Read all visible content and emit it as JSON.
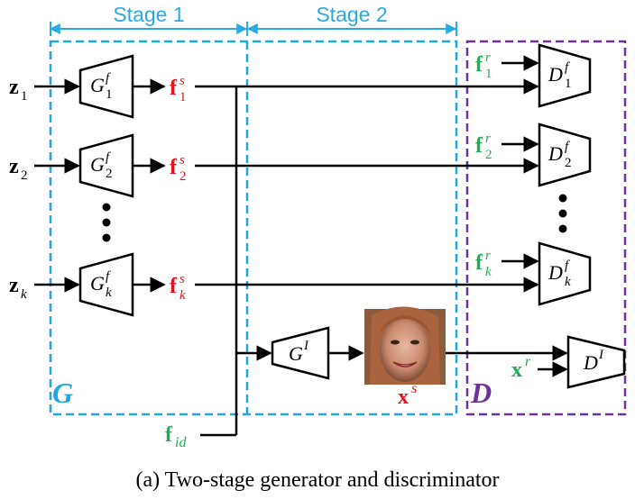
{
  "caption": "(a) Two-stage generator and discriminator",
  "stages": [
    {
      "label": "Stage 1"
    },
    {
      "label": "Stage 2"
    }
  ],
  "groups": {
    "generator": {
      "label": "G"
    },
    "discriminator": {
      "label": "D"
    }
  },
  "inputs": {
    "z": [
      {
        "base": "z",
        "sub": "1"
      },
      {
        "base": "z",
        "sub": "2"
      },
      {
        "base": "z",
        "sub": "k"
      }
    ],
    "fid": {
      "base": "f",
      "sub": "id"
    }
  },
  "generators": [
    {
      "base": "G",
      "sup": "f",
      "sub": "1"
    },
    {
      "base": "G",
      "sup": "f",
      "sub": "2"
    },
    {
      "base": "G",
      "sup": "f",
      "sub": "k"
    }
  ],
  "synthetic_features": [
    {
      "base": "f",
      "sup": "s",
      "sub": "1"
    },
    {
      "base": "f",
      "sup": "s",
      "sub": "2"
    },
    {
      "base": "f",
      "sup": "s",
      "sub": "k"
    }
  ],
  "real_features": [
    {
      "base": "f",
      "sup": "r",
      "sub": "1"
    },
    {
      "base": "f",
      "sup": "r",
      "sub": "2"
    },
    {
      "base": "f",
      "sup": "r",
      "sub": "k"
    }
  ],
  "feature_discriminators": [
    {
      "base": "D",
      "sup": "f",
      "sub": "1"
    },
    {
      "base": "D",
      "sup": "f",
      "sub": "2"
    },
    {
      "base": "D",
      "sup": "f",
      "sub": "k"
    }
  ],
  "image_generator": {
    "base": "G",
    "sup": "I"
  },
  "image_discriminator": {
    "base": "D",
    "sup": "I"
  },
  "synthetic_image": {
    "base": "x",
    "sup": "s"
  },
  "real_image": {
    "base": "x",
    "sup": "r"
  },
  "colors": {
    "stage_cyan": "#29abe2",
    "generator_blue": "#1ea7e1",
    "discriminator_purple": "#7030a0",
    "synthetic_red": "#e8101a",
    "real_green": "#1fad4f",
    "ink": "#000000"
  },
  "icons": {
    "ellipsis": "vertical-dots-icon",
    "face": "face-photo-icon"
  }
}
